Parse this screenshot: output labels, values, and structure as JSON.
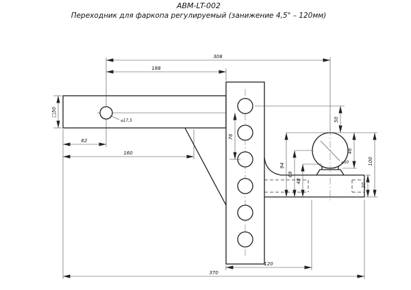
{
  "title": {
    "model": "ABM-LT-002",
    "description": "Переходник для фаркопа регулируемый (занижение 4,5\" – 120мм)"
  },
  "dims": {
    "d308": "308",
    "d188": "188",
    "d62": "62",
    "d160": "160",
    "d370": "370",
    "d120": "120",
    "square50": "□50",
    "dia17_5": "⌀17,5",
    "d76": "76",
    "d94": "94",
    "d69": "69",
    "d48": "48",
    "d50": "50",
    "d46": "46",
    "d100": "100",
    "d20": "20",
    "ball_dia": "⌀50"
  }
}
